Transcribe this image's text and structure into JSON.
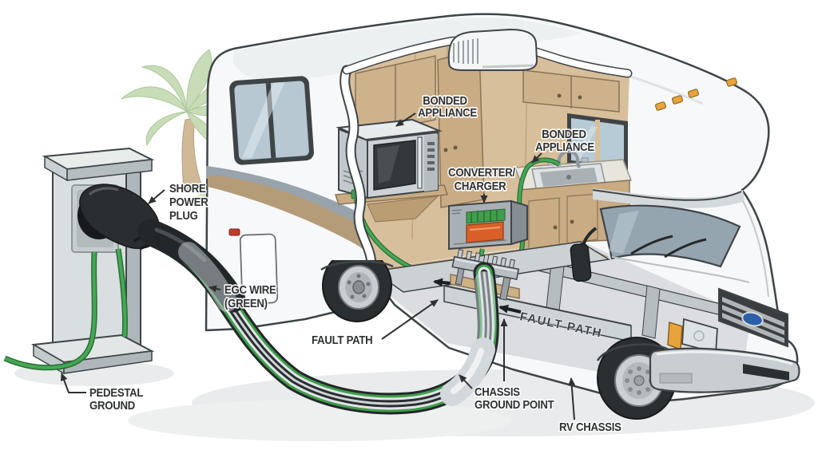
{
  "diagram": {
    "subject": "RV shore power and grounding cutaway illustration",
    "labels": {
      "bonded_appliance_microwave": {
        "l1": "BONDED",
        "l2": "APPLIANCE"
      },
      "bonded_appliance_sink": {
        "l1": "BONDED",
        "l2": "APPLIANCE"
      },
      "converter_charger": {
        "l1": "CONVERTER/",
        "l2": "CHARGER"
      },
      "shore_power_plug": {
        "l1": "SHORE",
        "l2": "POWER",
        "l3": "PLUG"
      },
      "egc_wire": {
        "l1": "EGC WIRE",
        "l2": "(GREEN)"
      },
      "fault_path_label": "FAULT PATH",
      "fault_path_on_chassis": "FAULT PATH",
      "pedestal_ground": {
        "l1": "PEDESTAL",
        "l2": "GROUND"
      },
      "chassis_ground_point": {
        "l1": "CHASSIS",
        "l2": "GROUND POINT"
      },
      "rv_chassis": "RV CHASSIS"
    },
    "colors": {
      "egc_wire_green": "#3f9e4b",
      "cable_jacket_black": "#24272a",
      "rv_body_white": "#f7f8f9",
      "interior_tan": "#d8bf9b",
      "converter_display_orange": "#d95f28",
      "amber_marker_light": "#e8a33d",
      "brand_oval_blue": "#2b5fa8",
      "label_text": "#2f3133",
      "palm_green": "#c9dcb8"
    }
  }
}
